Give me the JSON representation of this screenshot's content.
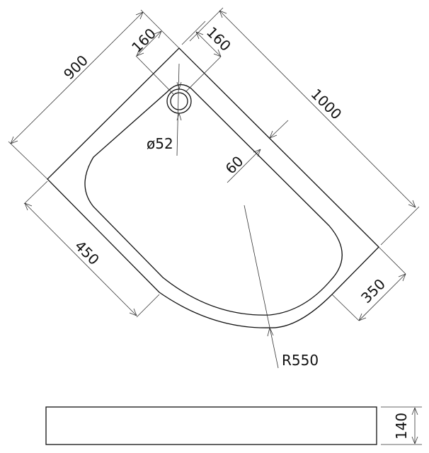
{
  "drawing": {
    "subject": "corner shower tray (quadrant with straight extensions), top view and side view",
    "dimensions": {
      "left_side": "900",
      "right_side": "1000",
      "waste_offset_left": "160",
      "waste_offset_right": "160",
      "waste_diameter": "ø52",
      "rim_width": "60",
      "left_straight": "450",
      "right_straight": "350",
      "radius": "R550",
      "height": "140"
    },
    "colors": {
      "line": "#111111",
      "background": "#ffffff"
    }
  }
}
